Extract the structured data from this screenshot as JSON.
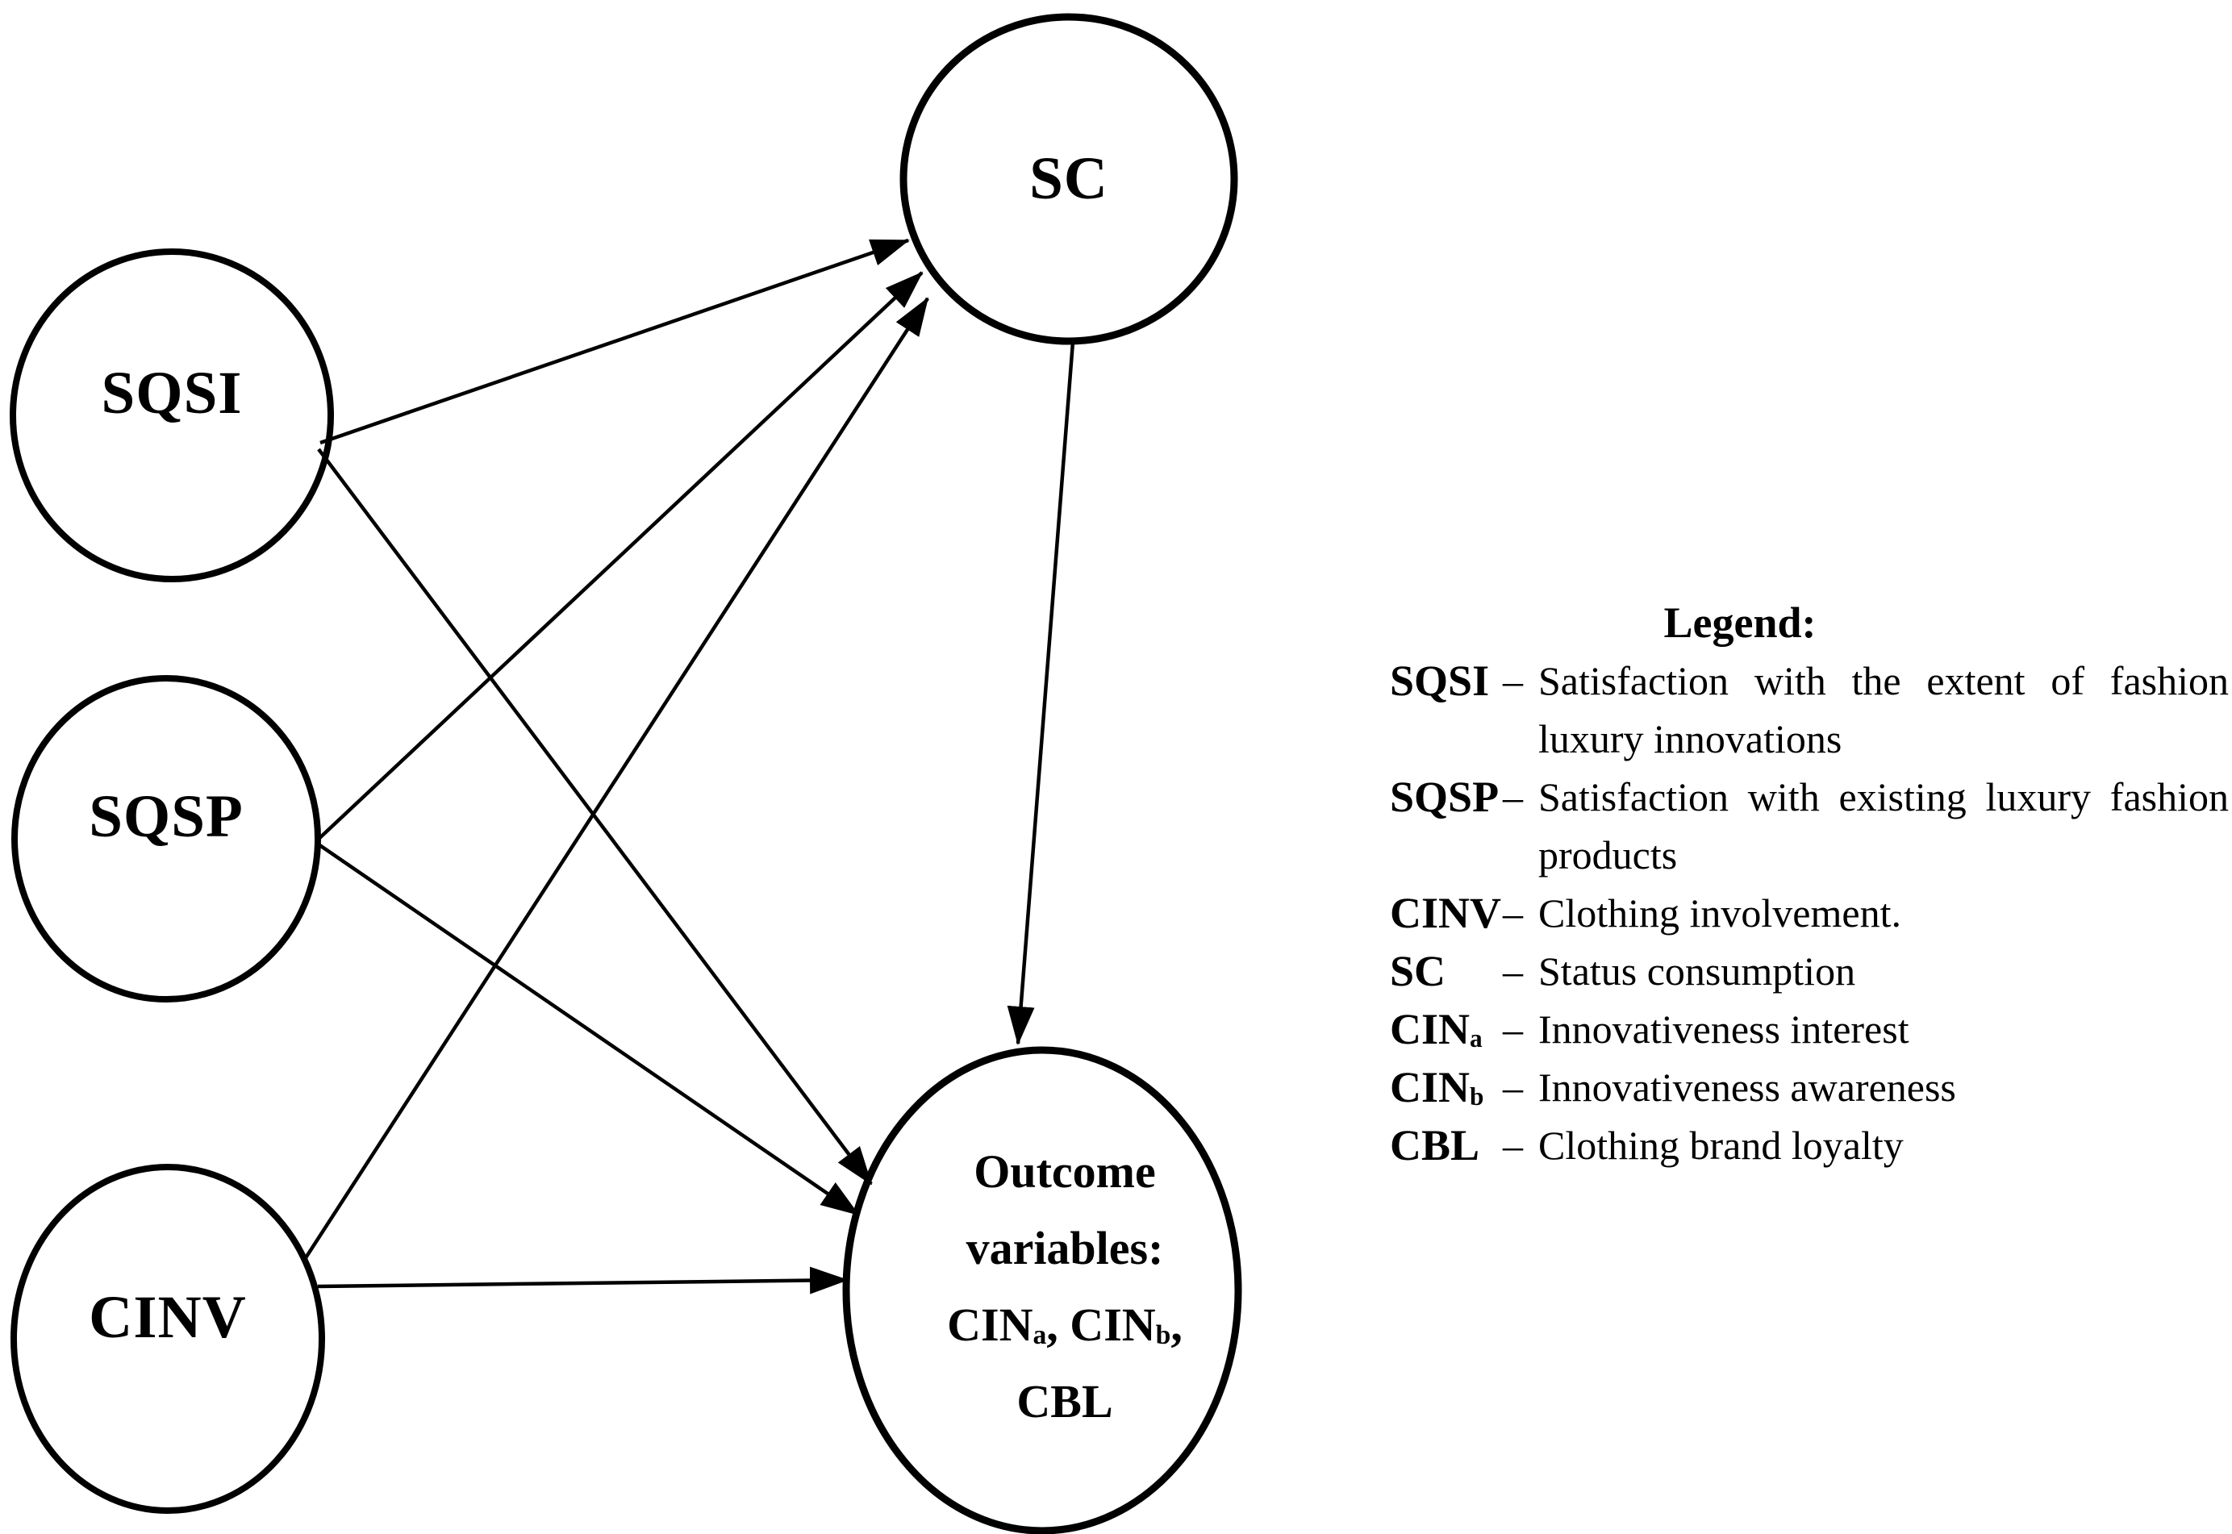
{
  "figure": {
    "background_color": "#ffffff",
    "stroke_color": "#000000",
    "text_color": "#000000"
  },
  "nodes": {
    "sqsi": {
      "label": "SQSI"
    },
    "sqsp": {
      "label": "SQSP"
    },
    "cinv": {
      "label": "CINV"
    },
    "sc": {
      "label": "SC"
    },
    "outcome": {
      "line1": "Outcome",
      "line2": "variables:",
      "line3_a": "CIN",
      "line3_a_sub": "a",
      "line3_b": ", CIN",
      "line3_b_sub": "b",
      "line3_c": ",",
      "line4": "CBL"
    }
  },
  "edges": [
    {
      "from": "SQSI",
      "to": "SC"
    },
    {
      "from": "SQSP",
      "to": "SC"
    },
    {
      "from": "CINV",
      "to": "SC"
    },
    {
      "from": "SQSI",
      "to": "Outcome variables"
    },
    {
      "from": "SQSP",
      "to": "Outcome variables"
    },
    {
      "from": "CINV",
      "to": "Outcome variables"
    },
    {
      "from": "SC",
      "to": "Outcome variables"
    }
  ],
  "legend": {
    "title": "Legend:",
    "items": [
      {
        "term": "SQSI",
        "term_sub": "",
        "dash": "–",
        "desc1": "Satisfaction with the extent of fashion",
        "desc2": "luxury innovations"
      },
      {
        "term": "SQSP",
        "term_sub": "",
        "dash": "–",
        "desc1": "Satisfaction with existing luxury fashion",
        "desc2": "products"
      },
      {
        "term": "CINV",
        "term_sub": "",
        "dash": "–",
        "desc1": "Clothing involvement.",
        "desc2": ""
      },
      {
        "term": "SC",
        "term_sub": "",
        "dash": "–",
        "desc1": "Status consumption",
        "desc2": ""
      },
      {
        "term": "CIN",
        "term_sub": "a",
        "dash": "–",
        "desc1": "Innovativeness interest",
        "desc2": ""
      },
      {
        "term": "CIN",
        "term_sub": "b",
        "dash": "–",
        "desc1": "Innovativeness awareness",
        "desc2": ""
      },
      {
        "term": "CBL",
        "term_sub": "",
        "dash": "–",
        "desc1": "Clothing brand loyalty",
        "desc2": ""
      }
    ]
  }
}
